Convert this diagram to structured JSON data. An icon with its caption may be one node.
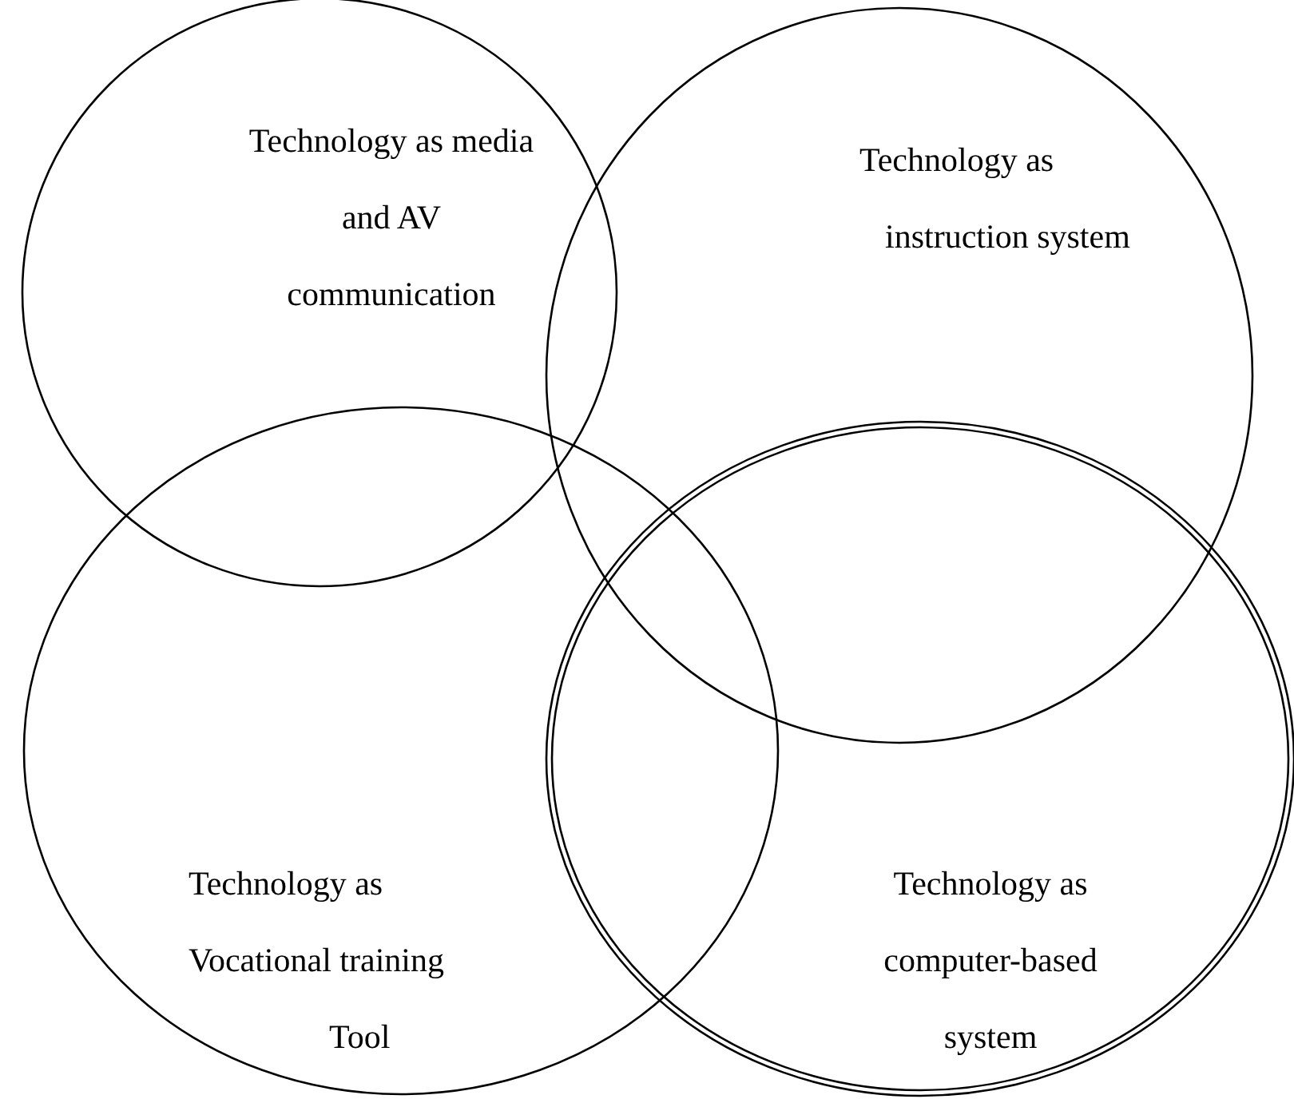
{
  "diagram": {
    "nodes": [
      {
        "text": [
          "Technology as media and AV communication"
        ]
      },
      {
        "text": [
          "Technology as instruction system"
        ]
      },
      {
        "text": [
          "Technology as Vocational training Tool"
        ]
      },
      {
        "text": [
          "Technology as computer-based system"
        ]
      }
    ]
  }
}
